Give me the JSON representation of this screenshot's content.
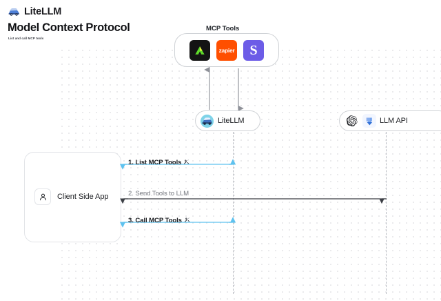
{
  "brand": {
    "name": "LiteLLM",
    "logo_icon": "car-logo-icon"
  },
  "header": {
    "title": "Model Context Protocol",
    "subtitle": "List and call MCP tools"
  },
  "diagram": {
    "mcp_group": {
      "label": "MCP Tools",
      "tools": [
        {
          "name": "triangle-tool-icon",
          "label": "",
          "bg": "#141414",
          "fg": "#6fe04a"
        },
        {
          "name": "zapier-icon",
          "label": "zapier",
          "bg": "#ff4f00",
          "fg": "#ffffff"
        },
        {
          "name": "supabase-icon",
          "label": "S",
          "bg": "#6c5ce7",
          "fg": "#ffffff"
        }
      ]
    },
    "nodes": {
      "litellm": {
        "label": "LiteLLM",
        "icon": "litellm-avatar-icon"
      },
      "llm_api": {
        "label": "LLM API",
        "icons": [
          "openai-icon",
          "bedrock-icon"
        ]
      },
      "client": {
        "label": "Client Side App",
        "icon": "user-icon"
      }
    },
    "steps": [
      {
        "number": "1.",
        "text": "1. List MCP Tools",
        "emoji": "tools-emoji",
        "color": "#5ec2ef",
        "direction": "bidirectional"
      },
      {
        "number": "2.",
        "text": "2. Send Tools to LLM",
        "emoji": "",
        "color": "#4a4d53",
        "direction": "right-to-left"
      },
      {
        "number": "3.",
        "text": "3. Call MCP Tools",
        "emoji": "tools-emoji",
        "color": "#5ec2ef",
        "direction": "bidirectional"
      }
    ],
    "vertical_flows": [
      {
        "name": "litellm-to-mcp-up",
        "direction": "up"
      },
      {
        "name": "mcp-to-litellm-down",
        "direction": "down"
      }
    ]
  },
  "colors": {
    "accent_blue": "#5ec2ef",
    "line_dark": "#4a4d53",
    "lifeline": "#b9bcc2",
    "border": "#cfd2d6"
  }
}
